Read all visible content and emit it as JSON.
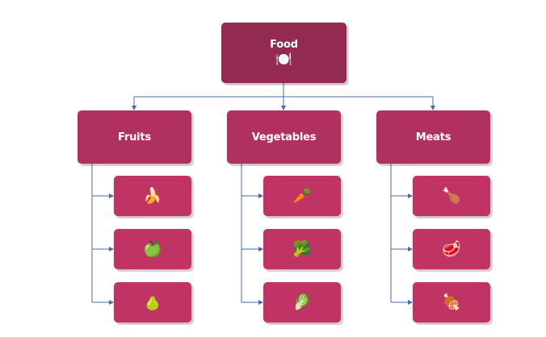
{
  "root": {
    "label": "Food",
    "icon": "🍽️",
    "icon_name": "plate-cutlery-icon"
  },
  "categories": [
    {
      "label": "Fruits",
      "items": [
        {
          "icon": "🍌",
          "icon_name": "banana-icon"
        },
        {
          "icon": "🍏",
          "icon_name": "green-apple-icon"
        },
        {
          "icon": "🍐",
          "icon_name": "pear-icon"
        }
      ]
    },
    {
      "label": "Vegetables",
      "items": [
        {
          "icon": "🥕",
          "icon_name": "carrot-icon"
        },
        {
          "icon": "🥦",
          "icon_name": "broccoli-icon"
        },
        {
          "icon": "🥬",
          "icon_name": "leafy-green-icon"
        }
      ]
    },
    {
      "label": "Meats",
      "items": [
        {
          "icon": "🍗",
          "icon_name": "poultry-leg-icon"
        },
        {
          "icon": "🥩",
          "icon_name": "steak-icon"
        },
        {
          "icon": "🍖",
          "icon_name": "meat-on-bone-icon"
        }
      ]
    }
  ],
  "colors": {
    "root": "#922a52",
    "category": "#b03060",
    "leaf": "#c03465",
    "connector": "#4a6aa8"
  }
}
